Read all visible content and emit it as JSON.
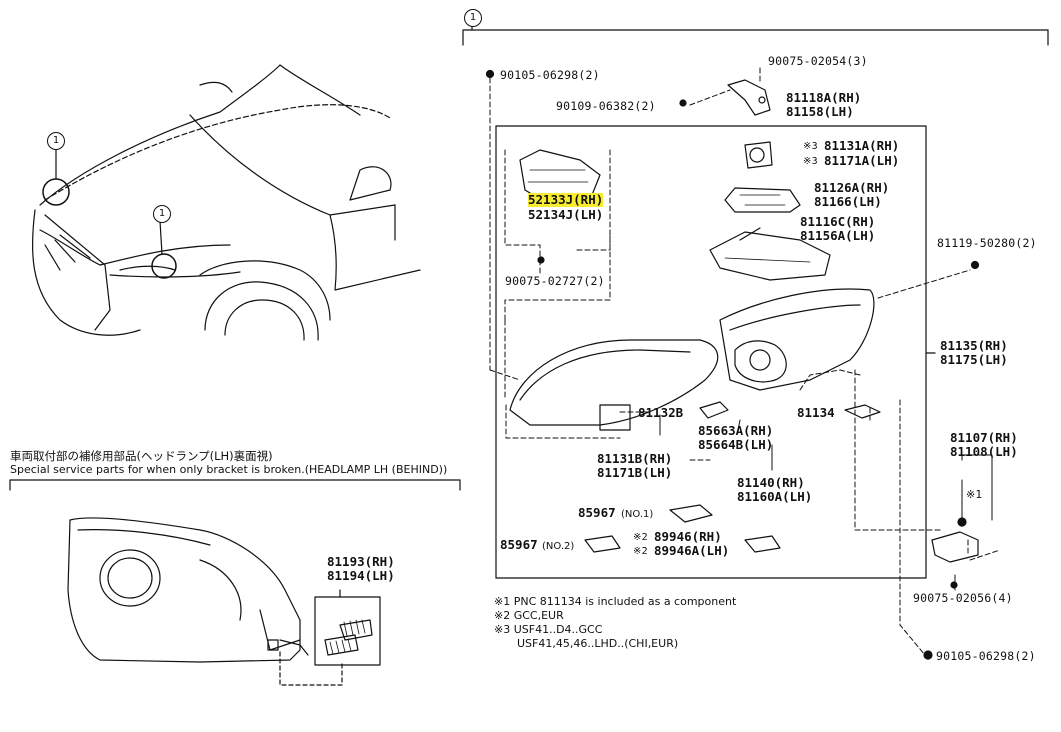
{
  "callout_symbol": "1",
  "colors": {
    "highlight": "#f7ec2f",
    "line": "#111111"
  },
  "special": {
    "title_jp": "車両取付部の補修用部品(ヘッドランプ(LH)裏面視)",
    "title_en": "Special service parts for when only bracket is broken.(HEADLAMP LH (BEHIND))",
    "parts_rh": "81193(RH)",
    "parts_lh": "81194(LH)"
  },
  "labels": {
    "p90105_top": "90105-06298(2)",
    "p90075_02054": "90075-02054(3)",
    "p90109": "90109-06382(2)",
    "p81118A": "81118A(RH)",
    "p81158": "81158(LH)",
    "p81131A_mark": "※3",
    "p81131A": "81131A(RH)",
    "p81171A_mark": "※3",
    "p81171A": "81171A(LH)",
    "p81126A": "81126A(RH)",
    "p81166": "81166(LH)",
    "p81116C": "81116C(RH)",
    "p81156A": "81156A(LH)",
    "p52133J": "52133J(RH)",
    "p52134J": "52134J(LH)",
    "p90075_02727": "90075-02727(2)",
    "p81119": "81119-50280(2)",
    "p81135": "81135(RH)",
    "p81175": "81175(LH)",
    "p81132B": "81132B",
    "p81131B": "81131B(RH)",
    "p81171B": "81171B(LH)",
    "p85663A": "85663A(RH)",
    "p85664B": "85664B(LH)",
    "p81134": "81134",
    "p81140": "81140(RH)",
    "p81160A": "81160A(LH)",
    "p85967_1": "85967",
    "p85967_1_sub": "(NO.1)",
    "p85967_2": "85967",
    "p85967_2_sub": "(NO.2)",
    "p89946_mark": "※2",
    "p89946": "89946(RH)",
    "p89946A_mark": "※2",
    "p89946A": "89946A(LH)",
    "p81107": "81107(RH)",
    "p81108": "81108(LH)",
    "mark1": "※1",
    "p90075_02056": "90075-02056(4)",
    "p90105_bottom": "90105-06298(2)"
  },
  "notes": [
    "※1 PNC 811134 is included as a component",
    "※2 GCC,EUR",
    "※3 USF41..D4..GCC",
    "USF41,45,46..LHD..(CHI,EUR)"
  ]
}
